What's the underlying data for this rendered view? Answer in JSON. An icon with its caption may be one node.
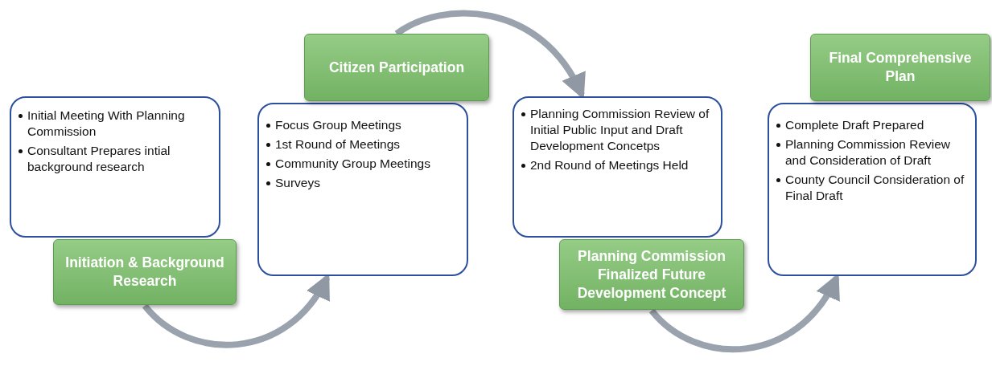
{
  "diagram": {
    "nodes": [
      {
        "text": [
          "Initial Meeting With Planning Commission",
          "Consultant Prepares intial background research"
        ]
      },
      {
        "text": [
          "Initiation & Background Research"
        ]
      },
      {
        "text": [
          "Citizen Participation"
        ]
      },
      {
        "text": [
          "Focus Group Meetings",
          "1st Round of Meetings",
          "Community Group Meetings",
          "Surveys"
        ]
      },
      {
        "text": [
          "Planning Commission Review of Initial Public Input and Draft Development Concetps",
          "2nd Round of Meetings Held"
        ]
      },
      {
        "text": [
          "Planning Commission Finalized Future Development Concept"
        ]
      },
      {
        "text": [
          "Final Comprehensive Plan"
        ]
      },
      {
        "text": [
          "Complete Draft Prepared",
          "Planning Commission Review and Consideration of Draft",
          "County Council Consideration of Final Draft"
        ]
      }
    ],
    "edges": [
      {
        "from": 1,
        "to": 3,
        "arrow": "to"
      },
      {
        "from": 2,
        "to": 4,
        "arrow": "to"
      },
      {
        "from": 5,
        "to": 7,
        "arrow": "to"
      }
    ]
  }
}
